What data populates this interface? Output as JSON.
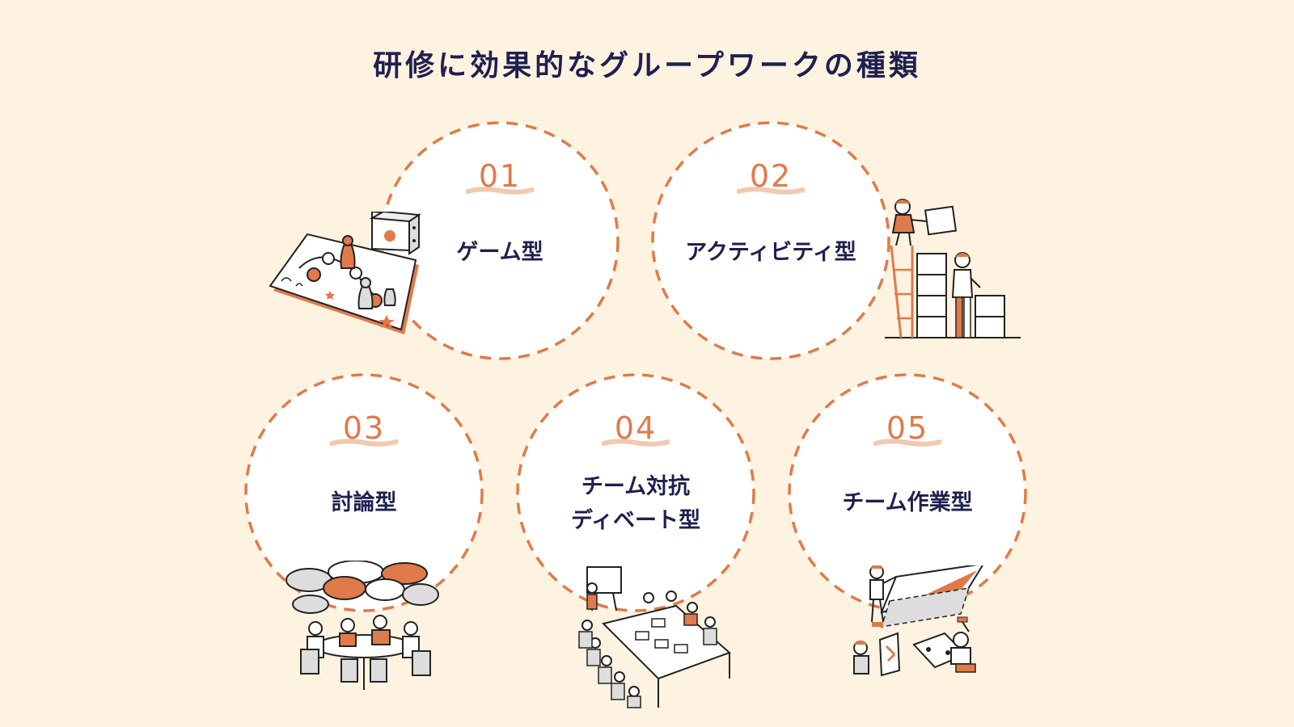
{
  "title": "研修に効果的なグループワークの種類",
  "colors": {
    "background": "#fdf3e0",
    "accent": "#e07a4a",
    "text": "#1f2050",
    "circle": "#ffffff"
  },
  "items": [
    {
      "number": "01",
      "label_line1": "ゲーム型",
      "label_line2": "",
      "icon": "board-game-icon"
    },
    {
      "number": "02",
      "label_line1": "アクティビティ型",
      "label_line2": "",
      "icon": "stacking-boxes-icon"
    },
    {
      "number": "03",
      "label_line1": "討論型",
      "label_line2": "",
      "icon": "discussion-table-icon"
    },
    {
      "number": "04",
      "label_line1": "チーム対抗",
      "label_line2": "ディベート型",
      "icon": "conference-table-icon"
    },
    {
      "number": "05",
      "label_line1": "チーム作業型",
      "label_line2": "",
      "icon": "team-building-icon"
    }
  ]
}
